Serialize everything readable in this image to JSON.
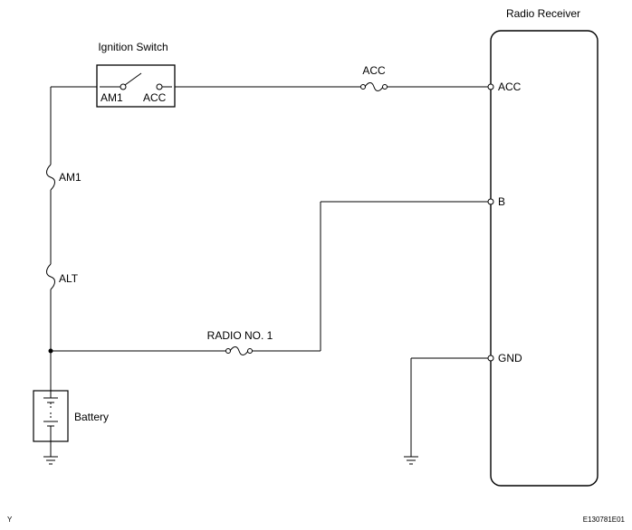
{
  "components": {
    "radio_receiver": {
      "title": "Radio Receiver"
    },
    "ignition_switch": {
      "title": "Ignition Switch",
      "terminal_left": "AM1",
      "terminal_right": "ACC"
    },
    "battery": {
      "label": "Battery"
    }
  },
  "fuses": {
    "acc": "ACC",
    "am1": "AM1",
    "alt": "ALT",
    "radio_no1": "RADIO NO. 1"
  },
  "terminals": {
    "acc": "ACC",
    "b": "B",
    "gnd": "GND"
  },
  "footer": {
    "left_code": "Y",
    "right_code": "E130781E01"
  }
}
